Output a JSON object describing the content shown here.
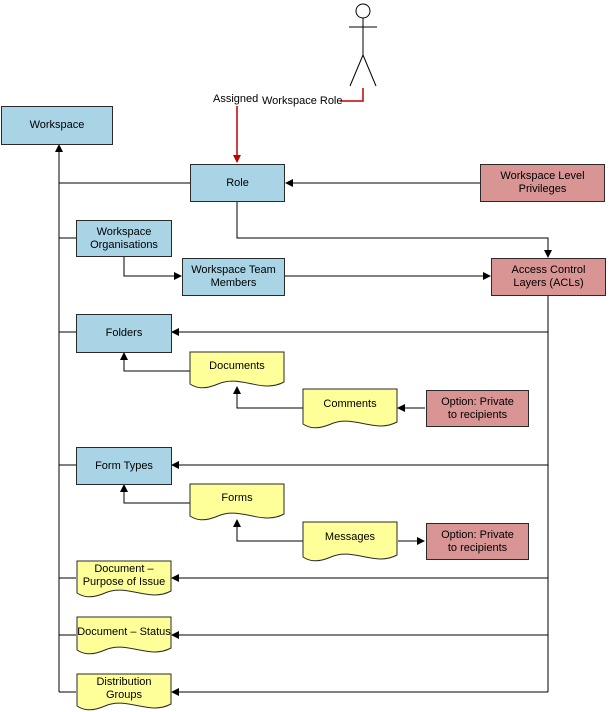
{
  "actor": {
    "icon": "stick-figure-icon",
    "assigned_label": "Assigned",
    "role_label": "Workspace Role"
  },
  "nodes": {
    "workspace": "Workspace",
    "role": "Role",
    "workspace_level_privileges": "Workspace Level Privileges",
    "workspace_organisations": "Workspace Organisations",
    "workspace_team_members": "Workspace Team Members",
    "access_control_layers": "Access Control Layers (ACLs)",
    "folders": "Folders",
    "documents": "Documents",
    "comments": "Comments",
    "option_private_comments": "Option: Private to recipients",
    "form_types": "Form Types",
    "forms": "Forms",
    "messages": "Messages",
    "option_private_messages": "Option: Private to recipients",
    "document_purpose_of_issue": "Document – Purpose of Issue",
    "document_status": "Document – Status",
    "distribution_groups": "Distribution Groups"
  },
  "colors": {
    "blue_box": "#a8d4e6",
    "pink_box": "#d99594",
    "document_shape": "#ffff99",
    "assigned_arrow": "#c00000"
  }
}
